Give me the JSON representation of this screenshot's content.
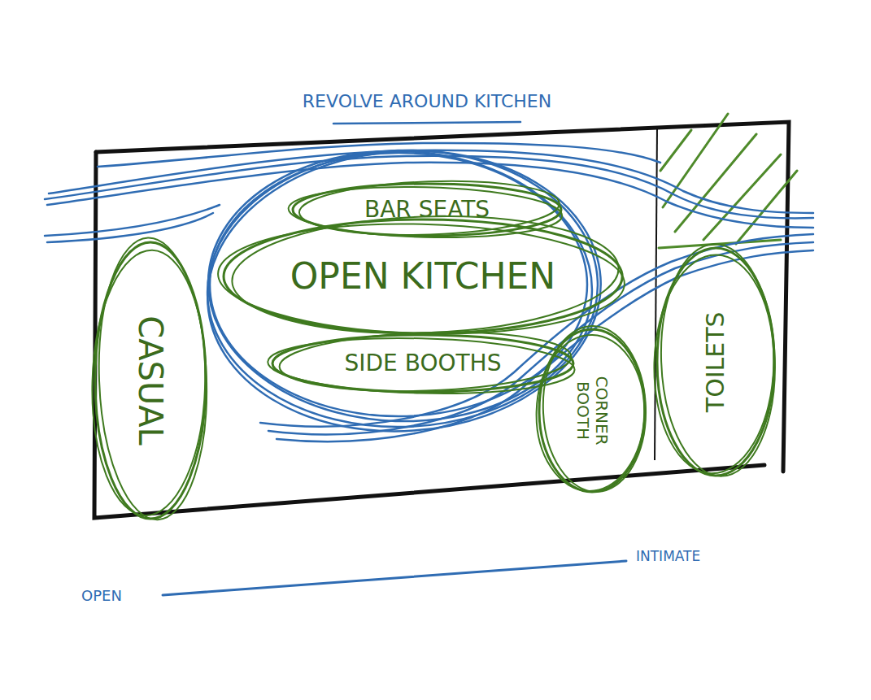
{
  "diagram": {
    "title": "REVOLVE AROUND KITCHEN",
    "nodes": [
      {
        "text": [
          "CASUAL"
        ]
      },
      {
        "text": [
          "BAR SEATS"
        ]
      },
      {
        "text": [
          "OPEN KITCHEN"
        ]
      },
      {
        "text": [
          "SIDE BOOTHS"
        ]
      },
      {
        "text": [
          "CORNER BOOTH"
        ]
      },
      {
        "text": [
          "TOILETS"
        ]
      }
    ],
    "labels": [
      "OPEN",
      "INTIMATE"
    ]
  }
}
